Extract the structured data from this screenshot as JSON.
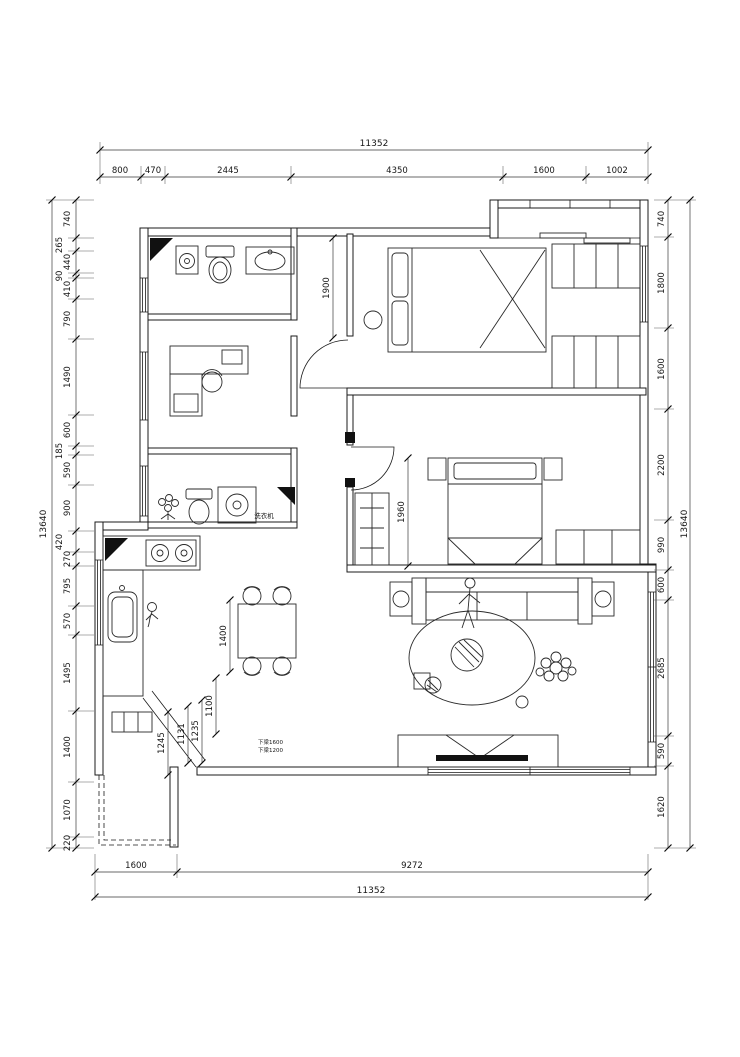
{
  "dims": {
    "top": {
      "total": "11352",
      "segments": [
        "800",
        "470",
        "2445",
        "4350",
        "1600",
        "1002"
      ]
    },
    "bottom": {
      "total": "11352",
      "segments": [
        "1600",
        "9272"
      ]
    },
    "left": {
      "total": "13640",
      "segments": [
        "740",
        "265",
        "440",
        "90",
        "410",
        "790",
        "1490",
        "600",
        "185",
        "590",
        "900",
        "420",
        "270",
        "795",
        "570",
        "1495",
        "1400",
        "1070",
        "220"
      ]
    },
    "right": {
      "total": "13640",
      "segments": [
        "740",
        "1800",
        "1600",
        "2200",
        "990",
        "600",
        "2685",
        "590",
        "1620"
      ]
    }
  },
  "interior_dims": {
    "hall_width": "1900",
    "bedroom2_width": "1960",
    "dining_width": "1400",
    "entry_a": "1100",
    "entry_b": "1235",
    "entry_c": "1131",
    "entry_d": "1245"
  },
  "labels": {
    "washing_machine": "洗衣机",
    "beam_note_1": "下梁1600",
    "beam_note_2": "下梁1200"
  }
}
